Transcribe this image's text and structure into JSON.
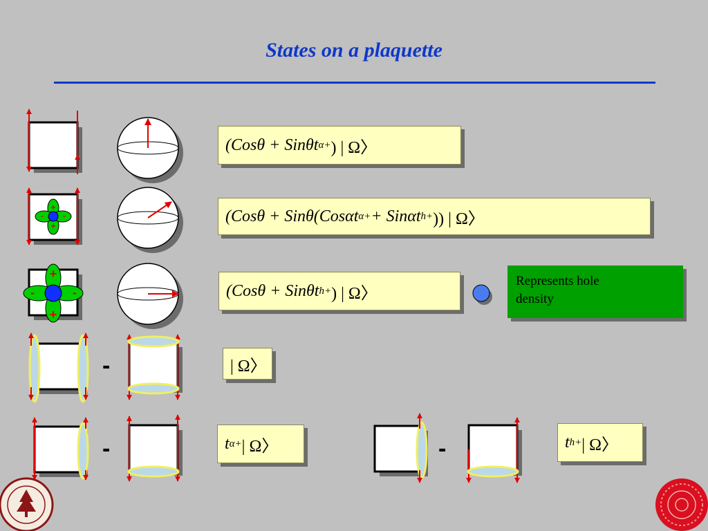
{
  "title": "States on a plaquette",
  "equations": {
    "eq1": {
      "open": "(Cosθ + Sinθt",
      "sub": "α",
      "sup": "+",
      "close": ") | Ω〉"
    },
    "eq2": {
      "open": "(Cosθ + Sinθ(Cosαt",
      "sub1": "α",
      "sup1": "+",
      "mid": " + Sinαt",
      "sub2": "h",
      "sup2": "+",
      "close": ")) | Ω〉"
    },
    "eq3": {
      "open": "(Cosθ + Sinθt",
      "sub": "h",
      "sup": "+",
      "close": ") | Ω〉"
    },
    "eq4": {
      "text": "| Ω〉"
    },
    "eq5": {
      "open": "t",
      "sub": "α",
      "sup": "+",
      "close": " | Ω〉"
    },
    "eq6": {
      "open": "t",
      "sub": "h",
      "sup": "+",
      "close": " | Ω〉"
    }
  },
  "note": {
    "line1": "Represents hole",
    "line2": "density"
  },
  "orbital_signs": {
    "plus": "+",
    "minus": "-"
  },
  "minus_sign": "-",
  "colors": {
    "title": "#0f38c8",
    "arrow": "#e00000",
    "eq_bg": "#ffffc0",
    "note_bg": "#00a000",
    "orbital_green": "#00d000",
    "orbital_blue": "#1030ff",
    "ellipse": "#f0f060"
  }
}
